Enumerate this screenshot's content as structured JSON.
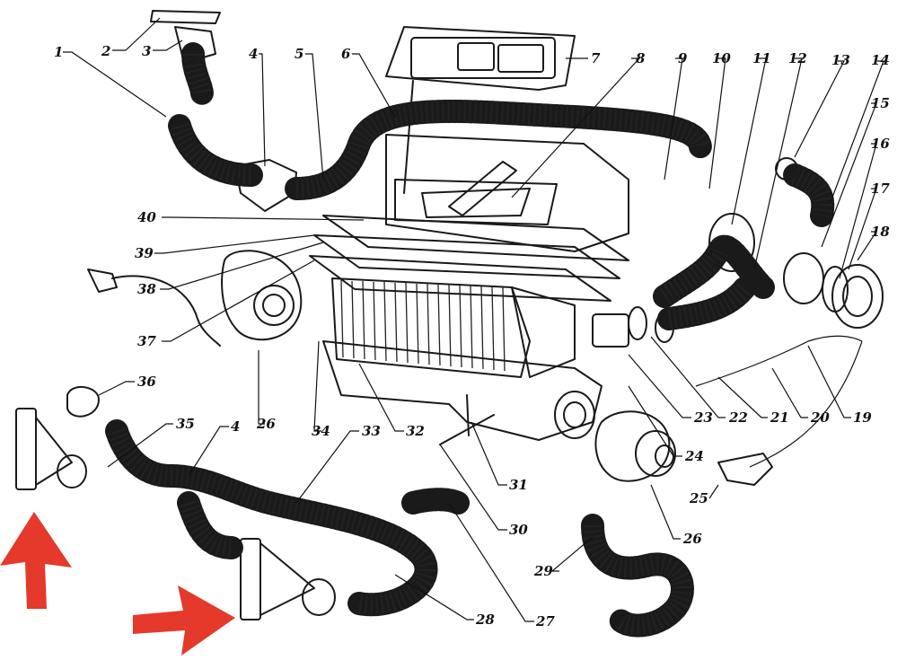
{
  "labels": [
    {
      "id": "l1",
      "text": "1"
    },
    {
      "id": "l2",
      "text": "2"
    },
    {
      "id": "l3",
      "text": "3"
    },
    {
      "id": "l4a",
      "text": "4"
    },
    {
      "id": "l5",
      "text": "5"
    },
    {
      "id": "l6",
      "text": "6"
    },
    {
      "id": "l7",
      "text": "7"
    },
    {
      "id": "l8",
      "text": "8"
    },
    {
      "id": "l9",
      "text": "9"
    },
    {
      "id": "l10",
      "text": "10"
    },
    {
      "id": "l11",
      "text": "11"
    },
    {
      "id": "l12",
      "text": "12"
    },
    {
      "id": "l13",
      "text": "13"
    },
    {
      "id": "l14",
      "text": "14"
    },
    {
      "id": "l15",
      "text": "15"
    },
    {
      "id": "l16",
      "text": "16"
    },
    {
      "id": "l17",
      "text": "17"
    },
    {
      "id": "l18",
      "text": "18"
    },
    {
      "id": "l19",
      "text": "19"
    },
    {
      "id": "l20",
      "text": "20"
    },
    {
      "id": "l21",
      "text": "21"
    },
    {
      "id": "l22",
      "text": "22"
    },
    {
      "id": "l23",
      "text": "23"
    },
    {
      "id": "l24",
      "text": "24"
    },
    {
      "id": "l25",
      "text": "25"
    },
    {
      "id": "l26a",
      "text": "26"
    },
    {
      "id": "l26b",
      "text": "26"
    },
    {
      "id": "l27",
      "text": "27"
    },
    {
      "id": "l28",
      "text": "28"
    },
    {
      "id": "l29",
      "text": "29"
    },
    {
      "id": "l30",
      "text": "30"
    },
    {
      "id": "l31",
      "text": "31"
    },
    {
      "id": "l32",
      "text": "32"
    },
    {
      "id": "l33",
      "text": "33"
    },
    {
      "id": "l34",
      "text": "34"
    },
    {
      "id": "l35",
      "text": "35"
    },
    {
      "id": "l36",
      "text": "36"
    },
    {
      "id": "l37",
      "text": "37"
    },
    {
      "id": "l38",
      "text": "38"
    },
    {
      "id": "l39",
      "text": "39"
    },
    {
      "id": "l40",
      "text": "40"
    },
    {
      "id": "l4b",
      "text": "4"
    }
  ],
  "colors": {
    "ink": "#1a1a1a",
    "arrow": "#e4392b",
    "paper": "#ffffff"
  }
}
